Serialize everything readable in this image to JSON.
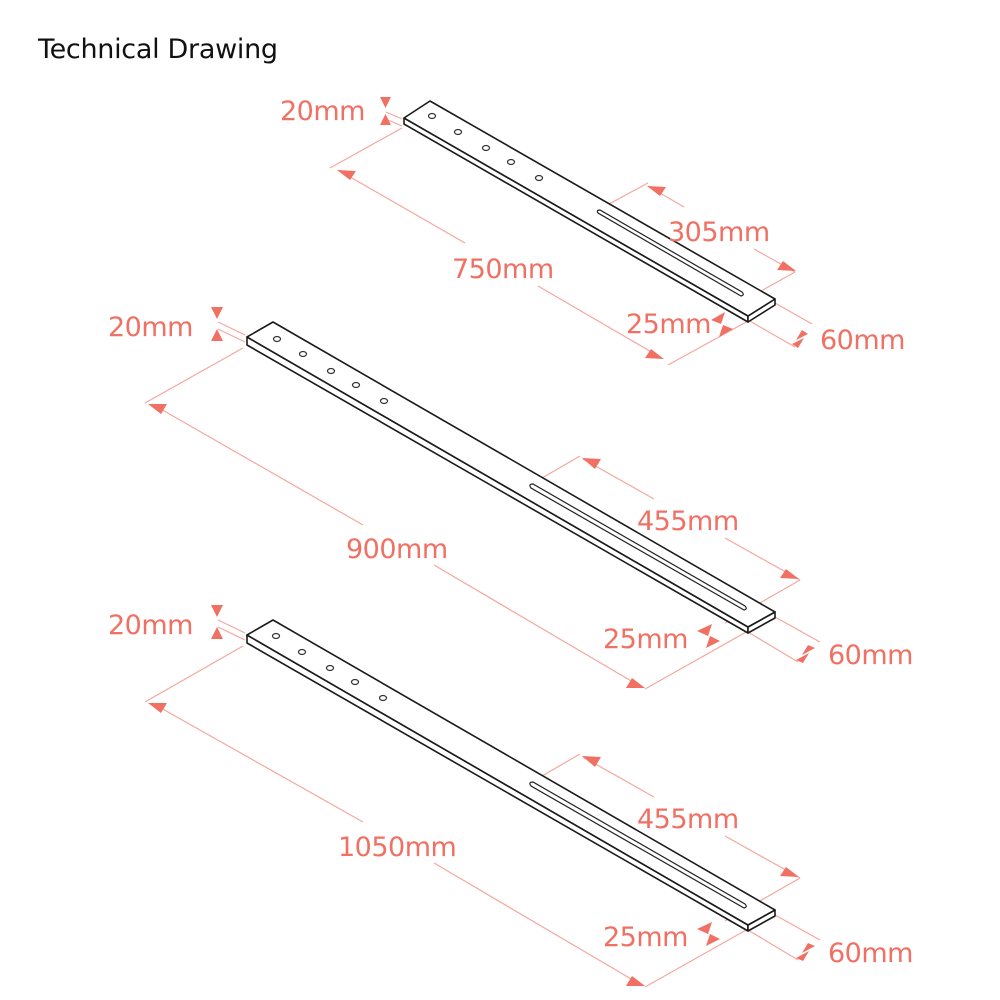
{
  "title": "Technical Drawing",
  "colors": {
    "dimension": "#f07063",
    "extension_line": "#f5a79e",
    "outline": "#1a1a1a",
    "background": "#ffffff"
  },
  "drawings": [
    {
      "id": "bar-750",
      "labels": {
        "thickness": "20mm",
        "length": "750mm",
        "slot_length": "305mm",
        "slot_offset": "25mm",
        "width": "60mm"
      },
      "holes": 5
    },
    {
      "id": "bar-900",
      "labels": {
        "thickness": "20mm",
        "length": "900mm",
        "slot_length": "455mm",
        "slot_offset": "25mm",
        "width": "60mm"
      },
      "holes": 5
    },
    {
      "id": "bar-1050",
      "labels": {
        "thickness": "20mm",
        "length": "1050mm",
        "slot_length": "455mm",
        "slot_offset": "25mm",
        "width": "60mm"
      },
      "holes": 5
    }
  ]
}
